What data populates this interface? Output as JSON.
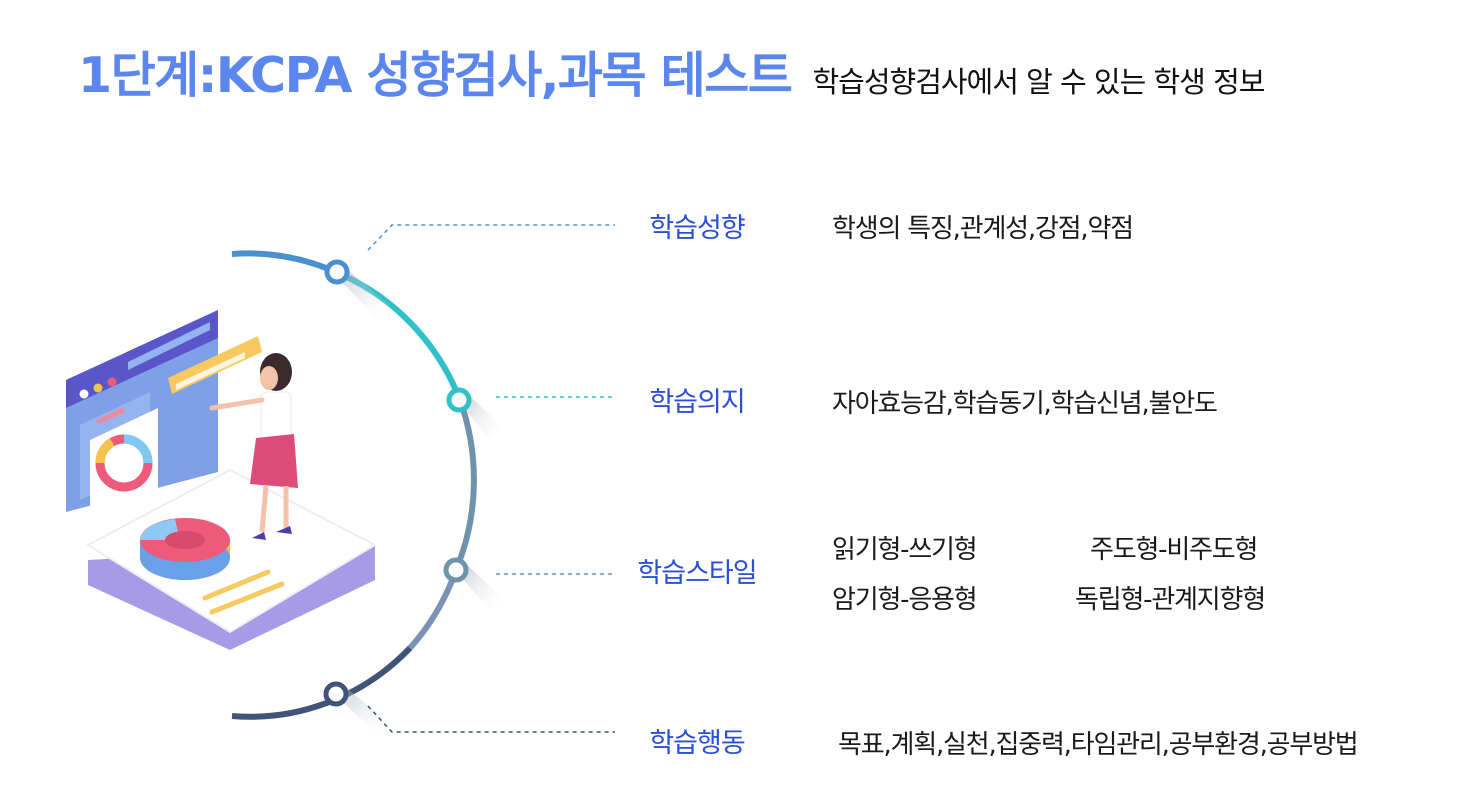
{
  "header": {
    "title": "1단계:KCPA 성향검사,과목 테스트",
    "subtitle": "학습성향검사에서 알 수 있는 학생 정보"
  },
  "colors": {
    "title_blue": "#5b86ee",
    "category_blue": "#2b4fd6",
    "arc_blue": "#4a8fd0",
    "arc_teal": "#2fc0c8",
    "arc_slate": "#6f93ad",
    "arc_navy": "#3f5478"
  },
  "items": [
    {
      "category": "학습성향",
      "description": "학생의 특징,관계성,강점,약점"
    },
    {
      "category": "학습의지",
      "description": "자아효능감,학습동기,학습신념,불안도"
    },
    {
      "category": "학습스타일",
      "styles": [
        "읽기형-쓰기형",
        "주도형-비주도형",
        "암기형-응용형",
        "독립형-관계지향형"
      ]
    },
    {
      "category": "학습행동",
      "description": "목표,계획,실천,집중력,타임관리,공부환경,공부방법"
    }
  ]
}
